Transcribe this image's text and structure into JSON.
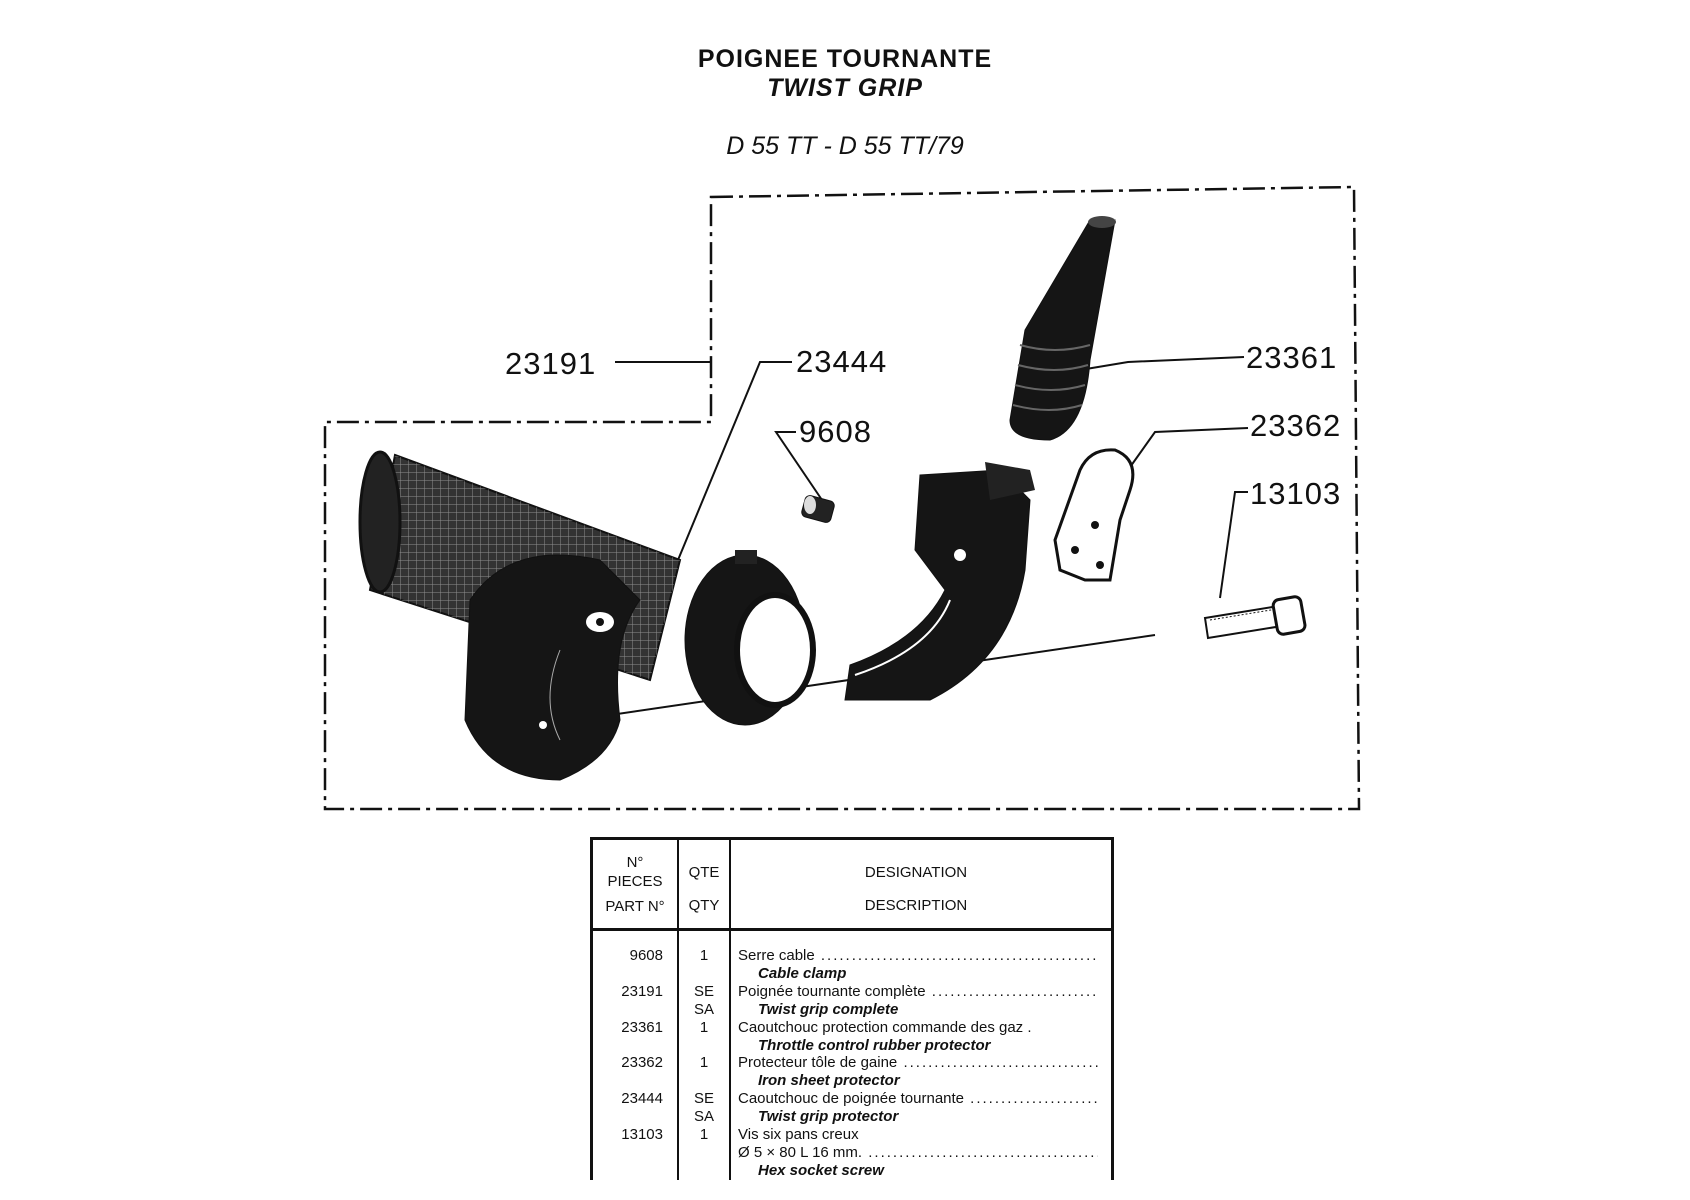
{
  "header": {
    "title_fr": "POIGNEE TOURNANTE",
    "title_en": "TWIST GRIP",
    "models": "D 55 TT - D 55 TT/79"
  },
  "callouts": {
    "c23191": "23191",
    "c23444": "23444",
    "c9608": "9608",
    "c23361": "23361",
    "c23362": "23362",
    "c13103": "13103"
  },
  "table": {
    "headers": {
      "part_fr_1": "N°",
      "part_fr_2": "PIECES",
      "part_en": "PART N°",
      "qty_fr": "QTE",
      "qty_en": "QTY",
      "desc_fr": "DESIGNATION",
      "desc_en": "DESCRIPTION"
    },
    "rows": [
      {
        "part": "9608",
        "qty": "1",
        "qty2": "",
        "fr": "Serre cable",
        "fr2": "",
        "en": "Cable clamp"
      },
      {
        "part": "23191",
        "qty": "SE",
        "qty2": "SA",
        "fr": "Poignée tournante complète",
        "fr2": "",
        "en": "Twist grip complete"
      },
      {
        "part": "23361",
        "qty": "1",
        "qty2": "",
        "fr": "Caoutchouc protection commande des gaz .",
        "fr2": "",
        "en": "Throttle control rubber protector"
      },
      {
        "part": "23362",
        "qty": "1",
        "qty2": "",
        "fr": "Protecteur tôle de gaine",
        "fr2": "",
        "en": "Iron sheet protector"
      },
      {
        "part": "23444",
        "qty": "SE",
        "qty2": "SA",
        "fr": "Caoutchouc de poignée tournante",
        "fr2": "",
        "en": "Twist grip protector"
      },
      {
        "part": "13103",
        "qty": "1",
        "qty2": "",
        "fr": "Vis six pans creux",
        "fr2": "Ø 5 × 80 L 16 mm.",
        "en": "Hex socket screw"
      }
    ]
  }
}
